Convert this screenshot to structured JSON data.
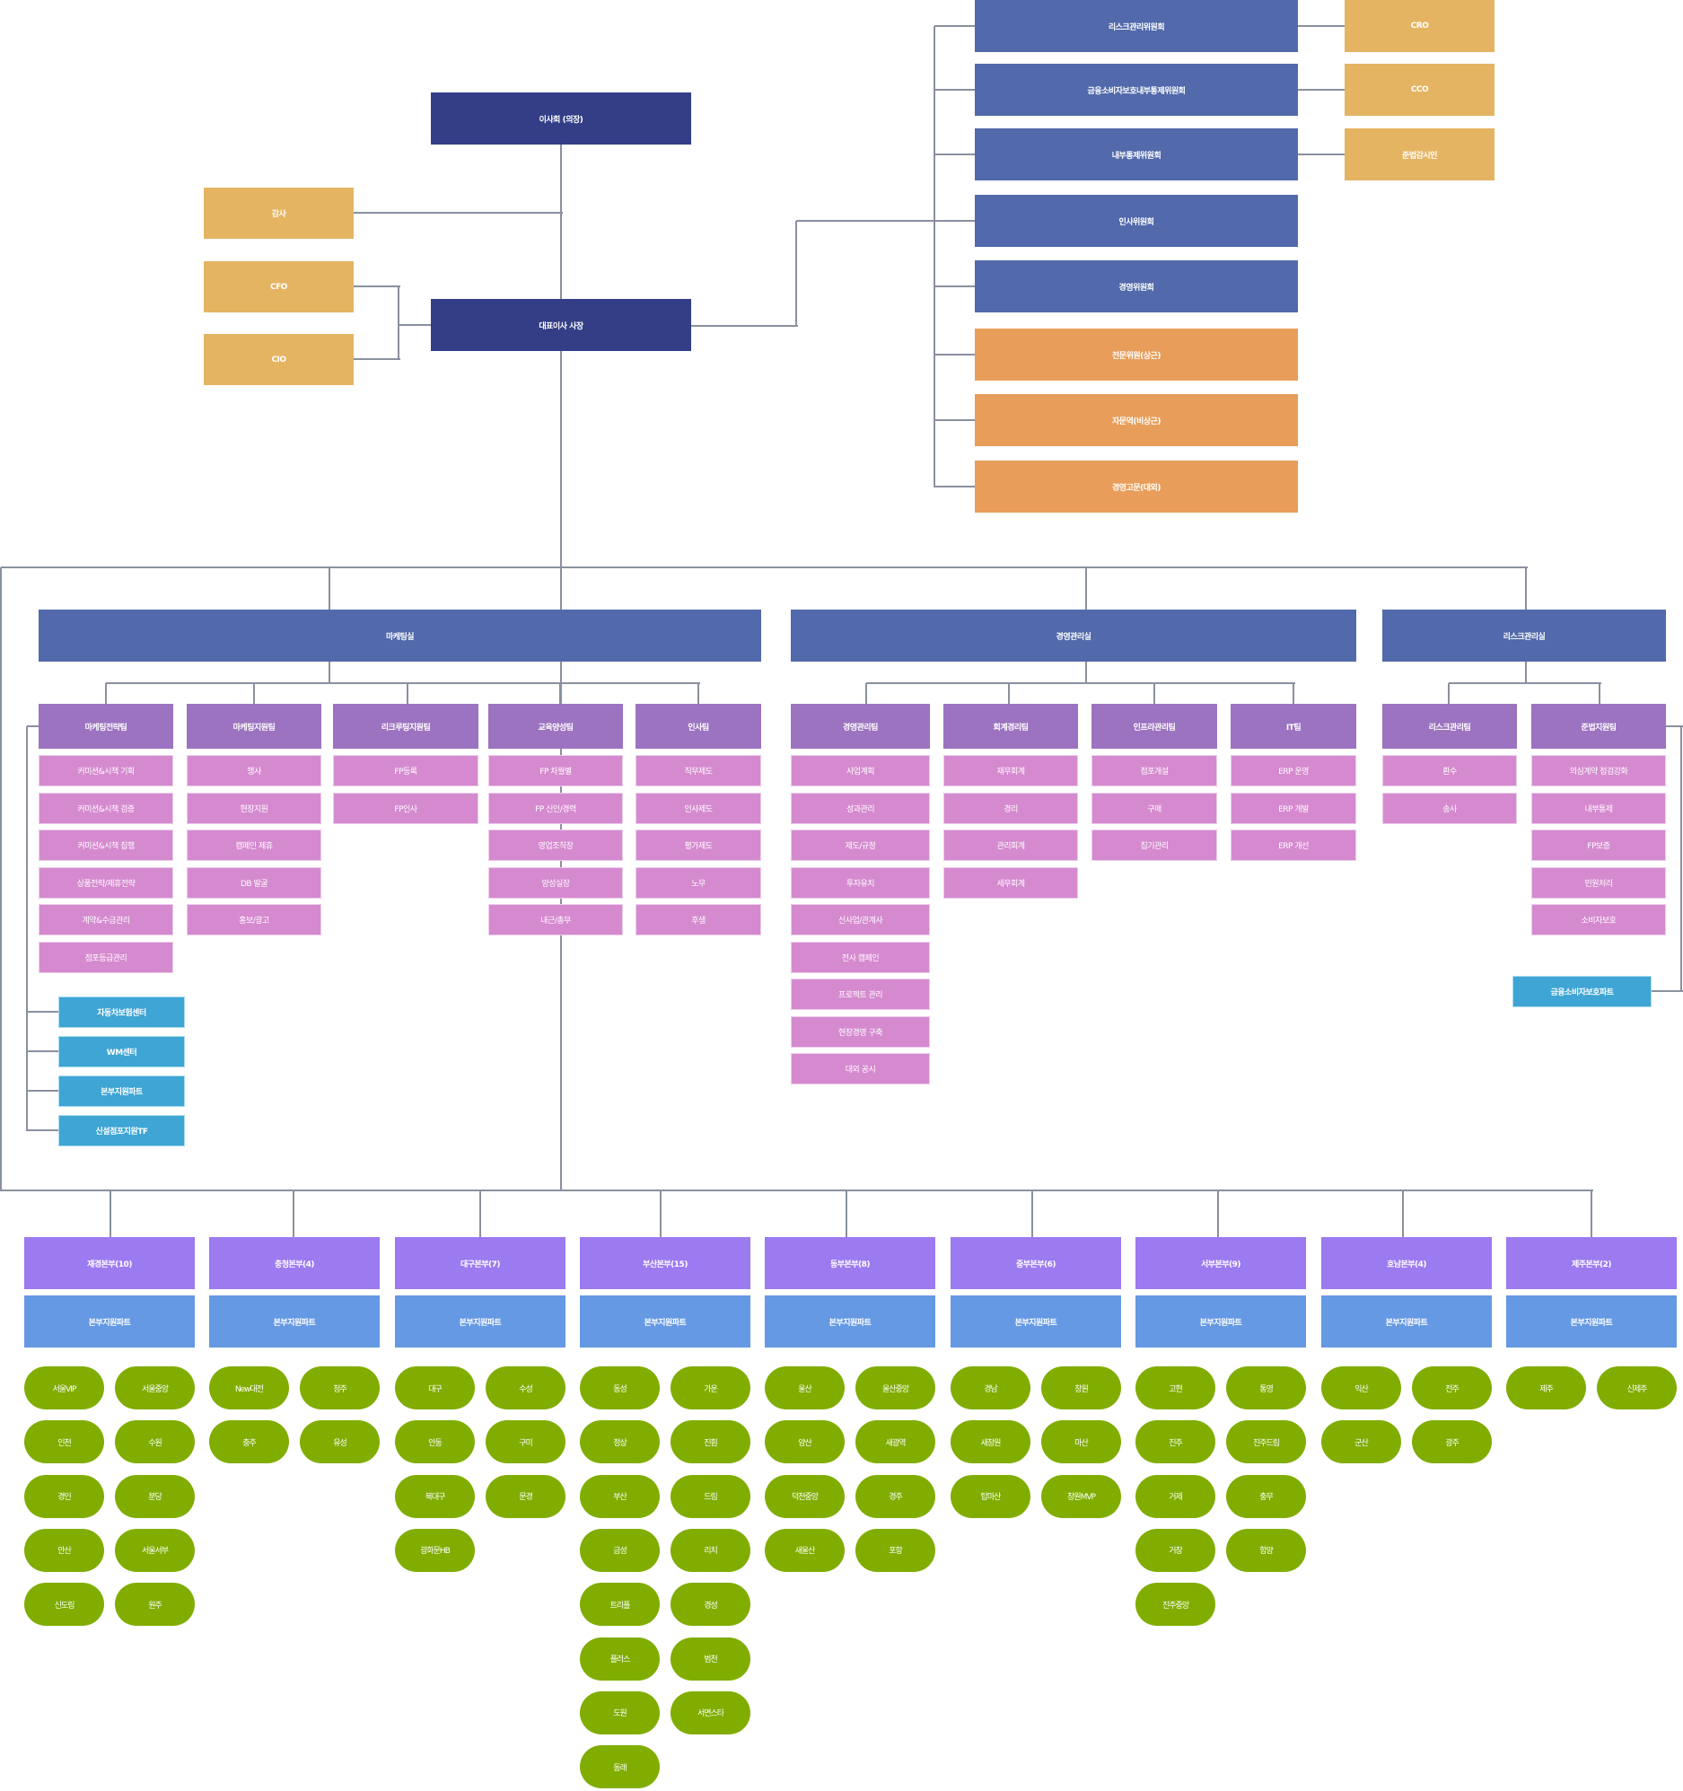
{
  "board": {
    "chair": "이사회 (의장)",
    "ceo": "대표이사 사장",
    "left_officers": [
      "감사",
      "CFO",
      "CIO"
    ]
  },
  "committees": [
    {
      "label": "리스크관리위원회",
      "kind": "committee",
      "officer": "CRO"
    },
    {
      "label": "금융소비자보호내부통제위원회",
      "kind": "committee",
      "officer": "CCO"
    },
    {
      "label": "내부통제위원회",
      "kind": "committee",
      "officer": "준법감시인"
    },
    {
      "label": "인사위원회",
      "kind": "committee"
    },
    {
      "label": "경영위원회",
      "kind": "committee"
    },
    {
      "label": "전문위원(상근)",
      "kind": "advisor"
    },
    {
      "label": "자문역(비상근)",
      "kind": "advisor"
    },
    {
      "label": "경영고문(대외)",
      "kind": "advisor"
    }
  ],
  "departments": [
    {
      "label": "마케팅실",
      "teams": [
        {
          "label": "마케팅전략팀",
          "tasks": [
            "커미션&시책 기획",
            "커미션&시책 검증",
            "커미션&시책 집행",
            "상품전략/제휴전략",
            "계약&수금관리",
            "점포등급관리"
          ]
        },
        {
          "label": "마케팅지원팀",
          "tasks": [
            "행사",
            "현장지원",
            "캠페인 제휴",
            "DB 발굴",
            "홍보/광고"
          ]
        },
        {
          "label": "리크루팅지원팀",
          "tasks": [
            "FP등록",
            "FP인사"
          ]
        },
        {
          "label": "교육양성팀",
          "tasks": [
            "FP 차월별",
            "FP 신인/경력",
            "영업조직장",
            "양성실장",
            "내근/총무"
          ]
        },
        {
          "label": "인사팀",
          "tasks": [
            "직무제도",
            "인사제도",
            "평가제도",
            "노무",
            "후생"
          ]
        }
      ],
      "centers": [
        "자동차보험센터",
        "WM센터",
        "본부지원파트",
        "신설점포지원TF"
      ]
    },
    {
      "label": "경영관리실",
      "teams": [
        {
          "label": "경영관리팀",
          "tasks": [
            "사업계획",
            "성과관리",
            "제도/규정",
            "투자유치",
            "신사업/관계사",
            "전사 캠페인",
            "프로젝트 관리",
            "현장경영 구축",
            "대외 공시"
          ]
        },
        {
          "label": "회계경리팀",
          "tasks": [
            "재무회계",
            "경리",
            "관리회계",
            "세무회계"
          ]
        },
        {
          "label": "인프라관리팀",
          "tasks": [
            "점포개설",
            "구매",
            "집기관리"
          ]
        },
        {
          "label": "IT팀",
          "tasks": [
            "ERP 운영",
            "ERP 개발",
            "ERP 개선"
          ]
        }
      ]
    },
    {
      "label": "리스크관리실",
      "teams": [
        {
          "label": "리스크관리팀",
          "tasks": [
            "환수",
            "송사"
          ]
        },
        {
          "label": "준법지원팀",
          "tasks": [
            "의심계약 점검강화",
            "내부통제",
            "FP보증",
            "민원처리",
            "소비자보호"
          ]
        }
      ],
      "centers": [
        "금융소비자보호파트"
      ]
    }
  ],
  "regions": [
    {
      "label": "재경본부(10)",
      "part": "본부지원파트",
      "branches": [
        "서울VIP",
        "서울중앙",
        "인천",
        "수원",
        "경인",
        "분당",
        "안산",
        "서울서부",
        "신도림",
        "원주"
      ]
    },
    {
      "label": "충청본부(4)",
      "part": "본부지원파트",
      "branches": [
        "New대전",
        "청주",
        "충주",
        "유성"
      ]
    },
    {
      "label": "대구본부(7)",
      "part": "본부지원파트",
      "branches": [
        "대구",
        "수성",
        "안동",
        "구미",
        "북대구",
        "문경",
        "광화문HB"
      ]
    },
    {
      "label": "부산본부(15)",
      "part": "본부지원파트",
      "branches": [
        "동성",
        "가운",
        "정상",
        "진훤",
        "부산",
        "드림",
        "금성",
        "리치",
        "트리플",
        "경성",
        "플러스",
        "범천",
        "도원",
        "서면스타",
        "동래"
      ]
    },
    {
      "label": "동부본부(8)",
      "part": "본부지원파트",
      "branches": [
        "울산",
        "울산중앙",
        "양산",
        "새광역",
        "덕천중앙",
        "경주",
        "새울산",
        "포항"
      ]
    },
    {
      "label": "중부본부(6)",
      "part": "본부지원파트",
      "branches": [
        "경남",
        "창원",
        "새창원",
        "마산",
        "탑마산",
        "창원MVP"
      ]
    },
    {
      "label": "서부본부(9)",
      "part": "본부지원파트",
      "branches": [
        "고현",
        "통영",
        "진주",
        "진주드림",
        "거제",
        "충무",
        "거창",
        "함양",
        "진주중앙"
      ]
    },
    {
      "label": "호남본부(4)",
      "part": "본부지원파트",
      "branches": [
        "익산",
        "전주",
        "군산",
        "광주"
      ]
    },
    {
      "label": "제주본부(2)",
      "part": "본부지원파트",
      "branches": [
        "제주",
        "신제주"
      ]
    }
  ]
}
